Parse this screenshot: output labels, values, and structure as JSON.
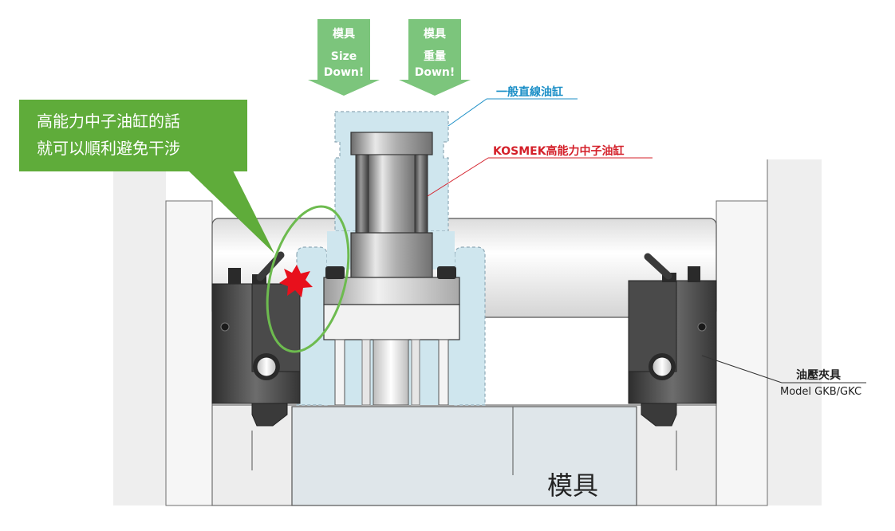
{
  "arrows": [
    {
      "title": "模具",
      "line1": "Size",
      "line2": "Down!"
    },
    {
      "title": "模具",
      "line1": "重量",
      "line2": "Down!"
    }
  ],
  "callout": {
    "line1": "高能力中子油缸的話",
    "line2": "就可以順利避免干涉"
  },
  "labels": {
    "standard_cylinder": "一般直線油缸",
    "kosmek_cylinder": "KOSMEK高能力中子油缸",
    "clamp_title": "油壓夾具",
    "clamp_model": "Model GKB/GKC",
    "mold": "模具"
  },
  "colors": {
    "green_arrow": "#7cc57c",
    "callout_bg": "#5fac3a",
    "light_blue": "#cfe6ee",
    "blue_label": "#1c8fc7",
    "red_label": "#d4202a",
    "interference_star": "#e8101c"
  }
}
